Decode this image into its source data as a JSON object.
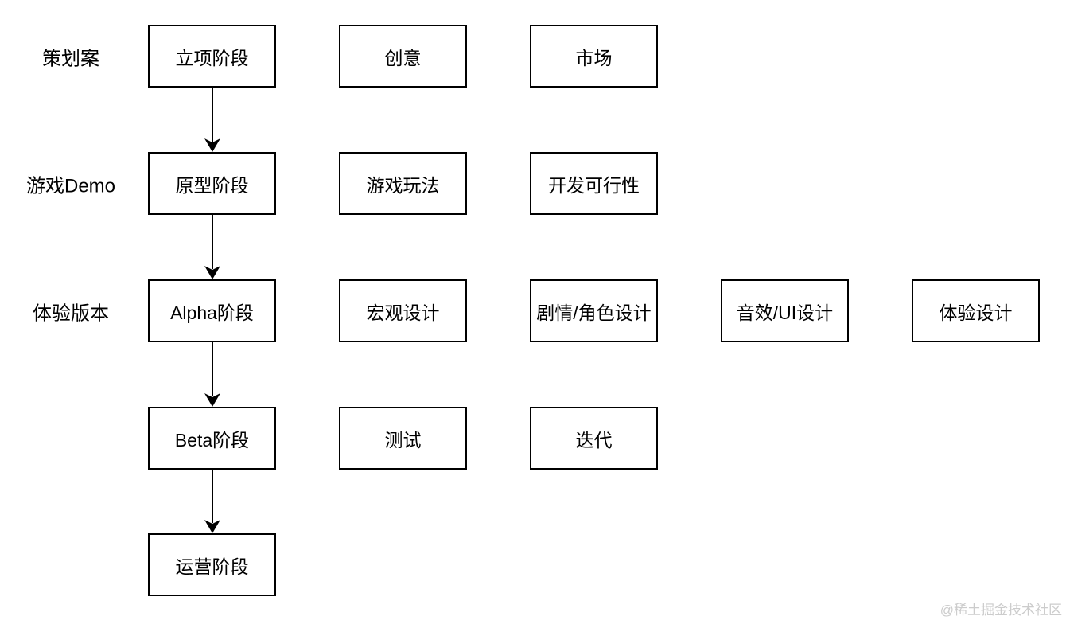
{
  "diagram": {
    "row_labels": [
      {
        "text": "策划案",
        "row": 0
      },
      {
        "text": "游戏Demo",
        "row": 1
      },
      {
        "text": "体验版本",
        "row": 2
      }
    ],
    "nodes": [
      {
        "label": "立项阶段",
        "row": 0,
        "col": 0
      },
      {
        "label": "创意",
        "row": 0,
        "col": 1
      },
      {
        "label": "市场",
        "row": 0,
        "col": 2
      },
      {
        "label": "原型阶段",
        "row": 1,
        "col": 0
      },
      {
        "label": "游戏玩法",
        "row": 1,
        "col": 1
      },
      {
        "label": "开发可行性",
        "row": 1,
        "col": 2
      },
      {
        "label": "Alpha阶段",
        "row": 2,
        "col": 0
      },
      {
        "label": "宏观设计",
        "row": 2,
        "col": 1
      },
      {
        "label": "剧情/角色设计",
        "row": 2,
        "col": 2
      },
      {
        "label": "音效/UI设计",
        "row": 2,
        "col": 3
      },
      {
        "label": "体验设计",
        "row": 2,
        "col": 4
      },
      {
        "label": "Beta阶段",
        "row": 3,
        "col": 0
      },
      {
        "label": "测试",
        "row": 3,
        "col": 1
      },
      {
        "label": "迭代",
        "row": 3,
        "col": 2
      },
      {
        "label": "运营阶段",
        "row": 4,
        "col": 0
      }
    ],
    "arrows": [
      {
        "from_row": 0,
        "to_row": 1,
        "col": 0
      },
      {
        "from_row": 1,
        "to_row": 2,
        "col": 0
      },
      {
        "from_row": 2,
        "to_row": 3,
        "col": 0
      },
      {
        "from_row": 3,
        "to_row": 4,
        "col": 0
      }
    ],
    "colors": {
      "node_border": "#000000",
      "node_fill": "#ffffff",
      "text": "#000000",
      "arrow": "#000000",
      "watermark": "#cccccc",
      "background": "#ffffff"
    }
  },
  "watermark": {
    "text": "@稀土掘金技术社区"
  }
}
